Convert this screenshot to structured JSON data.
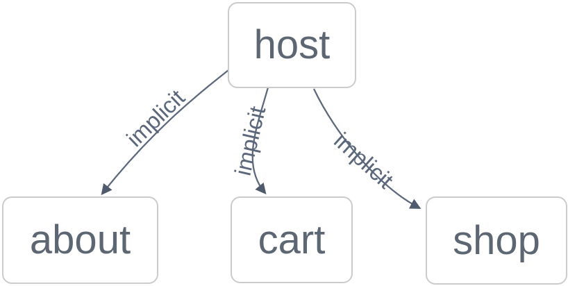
{
  "diagram": {
    "type": "flowchart-top-down",
    "nodes": [
      {
        "id": "host",
        "label": "host"
      },
      {
        "id": "about",
        "label": "about"
      },
      {
        "id": "cart",
        "label": "cart"
      },
      {
        "id": "shop",
        "label": "shop"
      }
    ],
    "edges": [
      {
        "from": "host",
        "to": "about",
        "label": "implicit"
      },
      {
        "from": "host",
        "to": "cart",
        "label": "implicit"
      },
      {
        "from": "host",
        "to": "shop",
        "label": "implicit"
      }
    ],
    "colors": {
      "background": "#ffffff",
      "node_fill": "#ffffff",
      "node_border": "#cbcbcb",
      "node_text": "#5d6673",
      "edge_stroke": "#5b677a",
      "edge_label": "#5b677a",
      "arrow_fill": "#4f5b6d"
    }
  }
}
